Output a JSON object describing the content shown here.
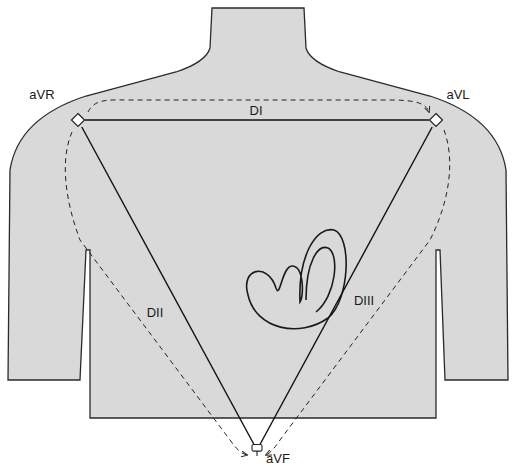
{
  "diagram": {
    "nodes": [
      {
        "text": [
          "aVR"
        ]
      },
      {
        "text": [
          "aVL"
        ]
      },
      {
        "text": [
          "aVF"
        ]
      }
    ],
    "edges": [
      {
        "from": 0,
        "to": 1,
        "arrow": "none",
        "label": "DI"
      },
      {
        "from": 0,
        "to": 2,
        "arrow": "none",
        "label": "DII"
      },
      {
        "from": 1,
        "to": 2,
        "arrow": "none",
        "label": "DIII"
      }
    ]
  }
}
